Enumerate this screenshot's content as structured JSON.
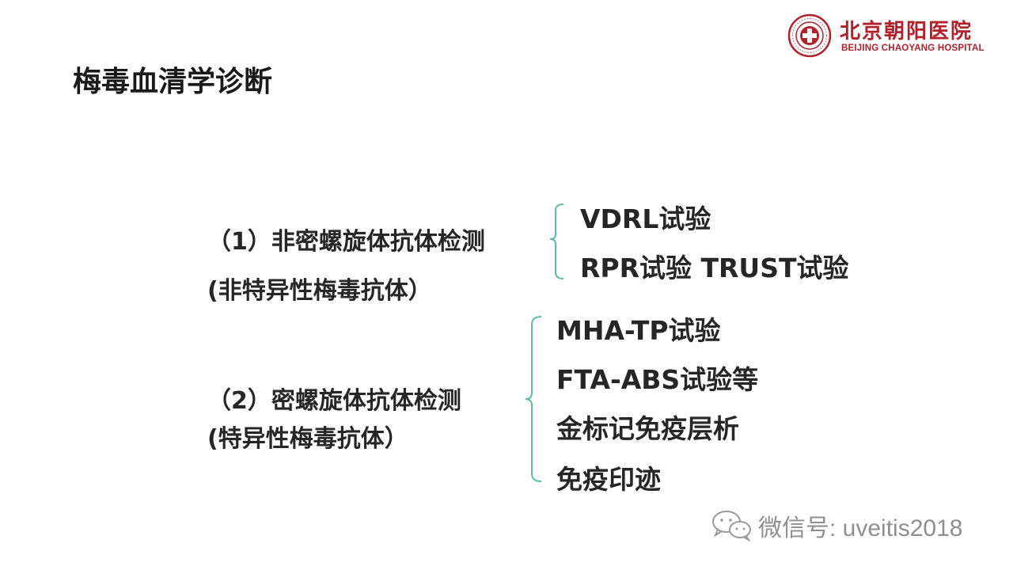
{
  "header": {
    "title": "梅毒血清学诊断",
    "logo_cn": "北京朝阳医院",
    "logo_en": "BEIJING CHAOYANG HOSPITAL"
  },
  "group1": {
    "label_line1": "（1）非密螺旋体抗体检测",
    "label_line2": "(非特异性梅毒抗体）",
    "items": [
      "VDRL试验",
      "RPR试验 TRUST试验"
    ]
  },
  "group2": {
    "label_line1": "（2）密螺旋体抗体检测",
    "label_line2": "(特异性梅毒抗体）",
    "items": [
      "MHA-TP试验",
      "FTA-ABS试验等",
      "金标记免疫层析",
      "免疫印迹"
    ]
  },
  "watermark": {
    "text": "微信号: uveitis2018",
    "icon": "wechat-icon"
  },
  "colors": {
    "brand_red": "#b3202a",
    "brace": "#5bbfa6",
    "text": "#262626",
    "watermark": "#8f8f8f"
  }
}
